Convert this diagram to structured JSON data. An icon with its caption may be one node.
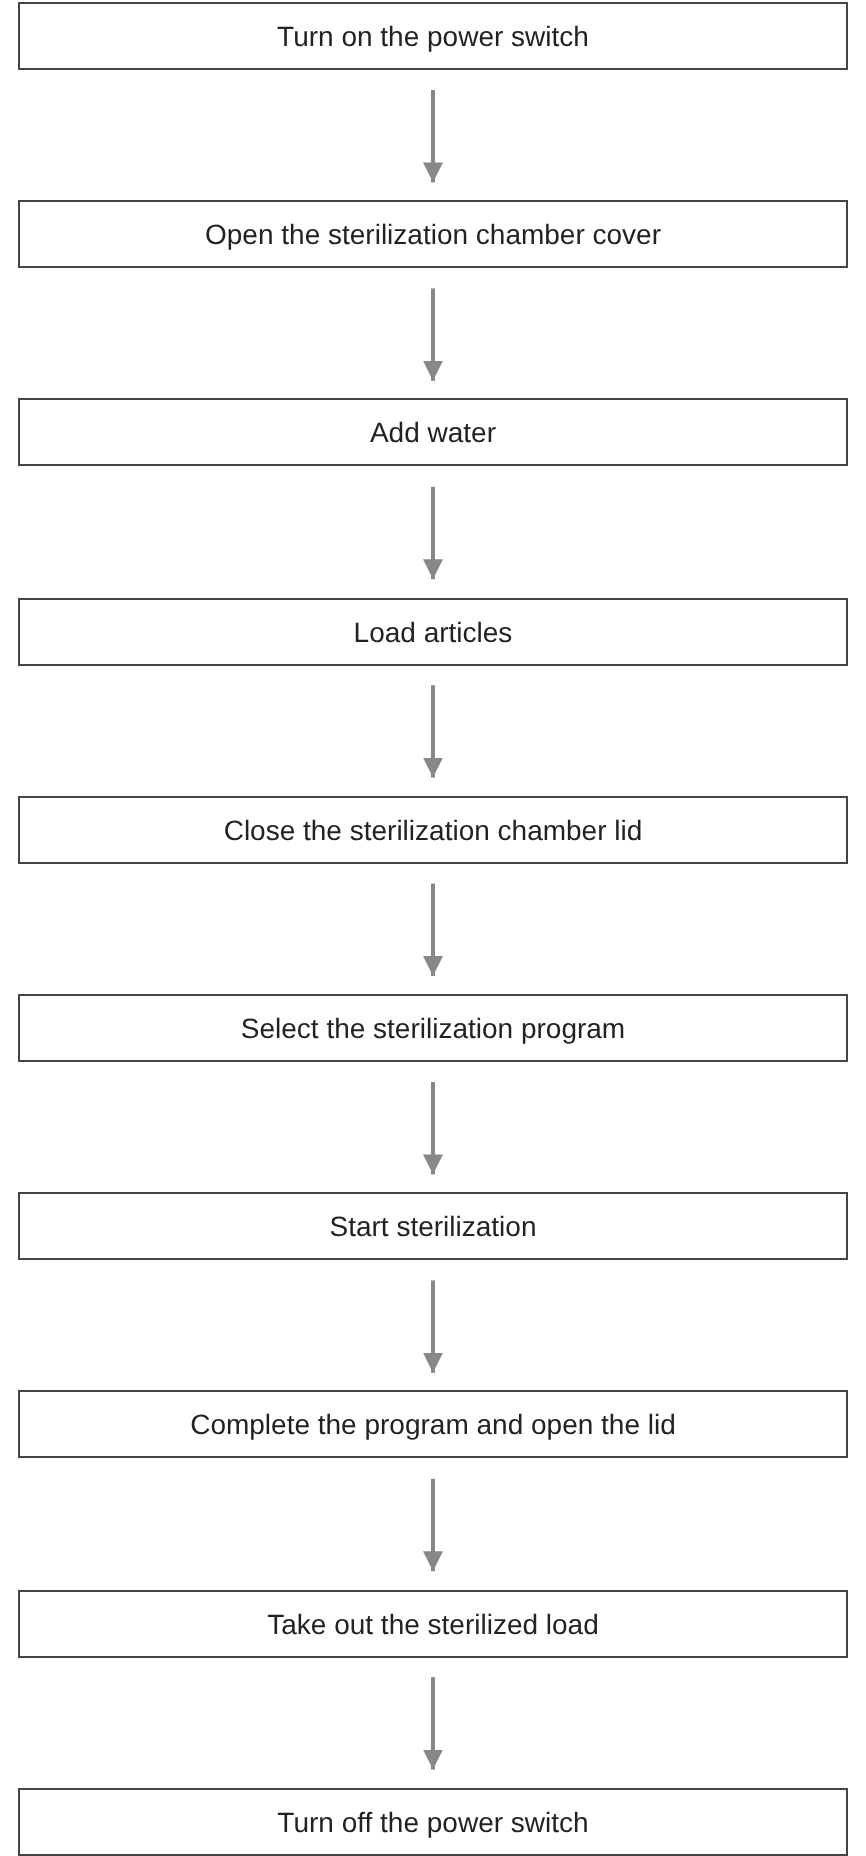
{
  "diagram": {
    "nodes": [
      {
        "text": [
          "Turn on the power switch"
        ]
      },
      {
        "text": [
          "Open the sterilization chamber cover"
        ]
      },
      {
        "text": [
          "Add water"
        ]
      },
      {
        "text": [
          "Load articles"
        ]
      },
      {
        "text": [
          "Close the sterilization chamber lid"
        ]
      },
      {
        "text": [
          "Select the sterilization program"
        ]
      },
      {
        "text": [
          "Start sterilization"
        ]
      },
      {
        "text": [
          "Complete the program and open the lid"
        ]
      },
      {
        "text": [
          "Take out the sterilized load"
        ]
      },
      {
        "text": [
          "Turn off the power switch"
        ]
      }
    ],
    "edges": [
      {
        "from": 0,
        "to": 1,
        "arrow": "to"
      },
      {
        "from": 1,
        "to": 2,
        "arrow": "to"
      },
      {
        "from": 2,
        "to": 3,
        "arrow": "to"
      },
      {
        "from": 3,
        "to": 4,
        "arrow": "to"
      },
      {
        "from": 4,
        "to": 5,
        "arrow": "to"
      },
      {
        "from": 5,
        "to": 6,
        "arrow": "to"
      },
      {
        "from": 6,
        "to": 7,
        "arrow": "to"
      },
      {
        "from": 7,
        "to": 8,
        "arrow": "to"
      },
      {
        "from": 8,
        "to": 9,
        "arrow": "to"
      }
    ]
  }
}
